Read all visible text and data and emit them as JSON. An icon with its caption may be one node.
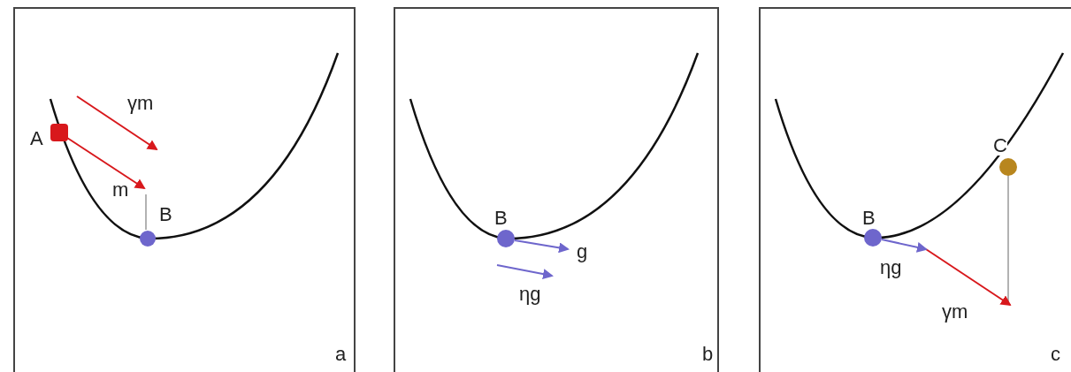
{
  "diagram": {
    "nodes": [
      {
        "text": [
          "a"
        ]
      },
      {
        "text": [
          "A"
        ],
        "in": 0
      },
      {
        "text": [
          "B"
        ],
        "in": 0
      },
      {
        "text": [
          "b"
        ]
      },
      {
        "text": [
          "B"
        ],
        "in": 3
      },
      {
        "text": [
          "c"
        ]
      },
      {
        "text": [
          "B"
        ],
        "in": 5
      },
      {
        "text": [
          "C"
        ],
        "in": 5
      }
    ],
    "edges": [
      {
        "from": 1,
        "to": 2,
        "arrow": "to",
        "label": "m",
        "color": "#d8181c"
      },
      {
        "from": 4,
        "to": null,
        "arrow": "to",
        "label": "g"
      },
      {
        "from": 6,
        "to": null,
        "arrow": "to",
        "label": "ηg"
      }
    ],
    "labels": [
      "γm",
      "ηg",
      "γm"
    ]
  }
}
